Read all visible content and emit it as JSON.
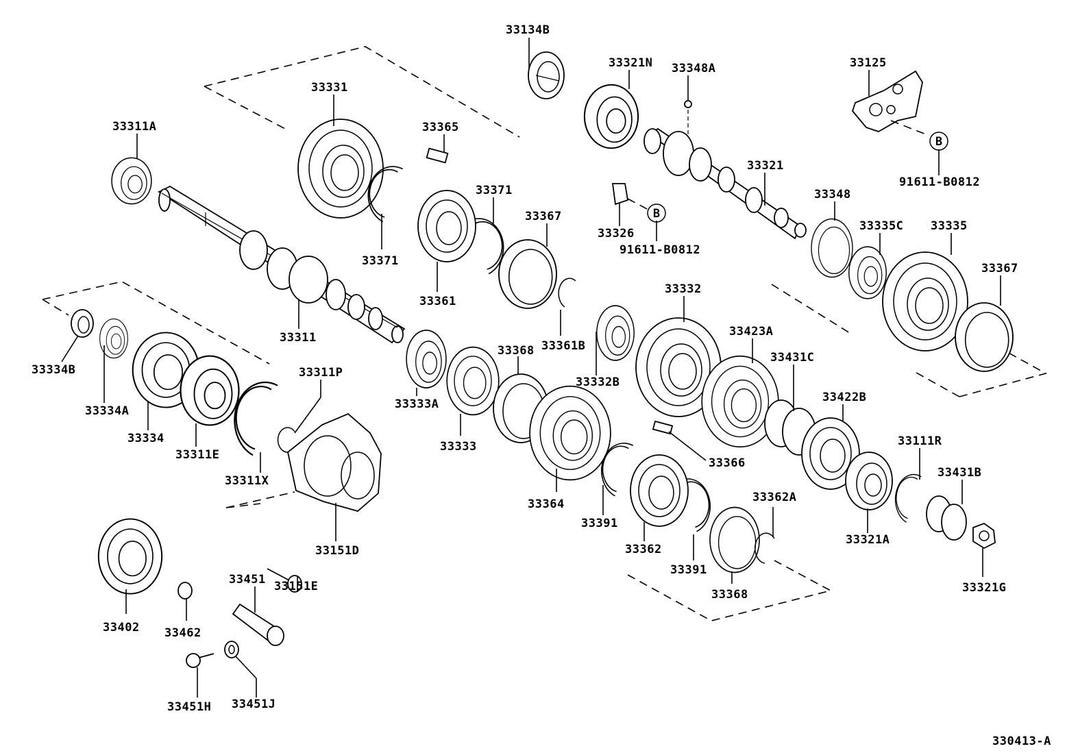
{
  "diagram_id": "330413-A",
  "reference_markers": [
    "B",
    "B"
  ],
  "parts": [
    {
      "id": "p-33134B",
      "label": "33134B"
    },
    {
      "id": "p-33331",
      "label": "33331"
    },
    {
      "id": "p-33311A",
      "label": "33311A"
    },
    {
      "id": "p-33365",
      "label": "33365"
    },
    {
      "id": "p-33371a",
      "label": "33371"
    },
    {
      "id": "p-33371b",
      "label": "33371"
    },
    {
      "id": "p-33367a",
      "label": "33367"
    },
    {
      "id": "p-33361",
      "label": "33361"
    },
    {
      "id": "p-33311",
      "label": "33311"
    },
    {
      "id": "p-33361B",
      "label": "33361B"
    },
    {
      "id": "p-33321N",
      "label": "33321N"
    },
    {
      "id": "p-33348A",
      "label": "33348A"
    },
    {
      "id": "p-33125",
      "label": "33125"
    },
    {
      "id": "p-91611-B0812a",
      "label": "91611-B0812"
    },
    {
      "id": "p-33321",
      "label": "33321"
    },
    {
      "id": "p-33326",
      "label": "33326"
    },
    {
      "id": "p-91611-B0812b",
      "label": "91611-B0812"
    },
    {
      "id": "p-33348",
      "label": "33348"
    },
    {
      "id": "p-33335C",
      "label": "33335C"
    },
    {
      "id": "p-33335",
      "label": "33335"
    },
    {
      "id": "p-33367b",
      "label": "33367"
    },
    {
      "id": "p-33332",
      "label": "33332"
    },
    {
      "id": "p-33423A",
      "label": "33423A"
    },
    {
      "id": "p-33431C",
      "label": "33431C"
    },
    {
      "id": "p-33332B",
      "label": "33332B"
    },
    {
      "id": "p-33422B",
      "label": "33422B"
    },
    {
      "id": "p-33111R",
      "label": "33111R"
    },
    {
      "id": "p-33431B",
      "label": "33431B"
    },
    {
      "id": "p-33321A",
      "label": "33321A"
    },
    {
      "id": "p-33321G",
      "label": "33321G"
    },
    {
      "id": "p-33334B",
      "label": "33334B"
    },
    {
      "id": "p-33334A",
      "label": "33334A"
    },
    {
      "id": "p-33334",
      "label": "33334"
    },
    {
      "id": "p-33311E",
      "label": "33311E"
    },
    {
      "id": "p-33311P",
      "label": "33311P"
    },
    {
      "id": "p-33311X",
      "label": "33311X"
    },
    {
      "id": "p-33333A",
      "label": "33333A"
    },
    {
      "id": "p-33333",
      "label": "33333"
    },
    {
      "id": "p-33368a",
      "label": "33368"
    },
    {
      "id": "p-33364",
      "label": "33364"
    },
    {
      "id": "p-33366",
      "label": "33366"
    },
    {
      "id": "p-33391a",
      "label": "33391"
    },
    {
      "id": "p-33362",
      "label": "33362"
    },
    {
      "id": "p-33391b",
      "label": "33391"
    },
    {
      "id": "p-33362A",
      "label": "33362A"
    },
    {
      "id": "p-33368b",
      "label": "33368"
    },
    {
      "id": "p-33151D",
      "label": "33151D"
    },
    {
      "id": "p-33151E",
      "label": "33151E"
    },
    {
      "id": "p-33451",
      "label": "33451"
    },
    {
      "id": "p-33402",
      "label": "33402"
    },
    {
      "id": "p-33462",
      "label": "33462"
    },
    {
      "id": "p-33451H",
      "label": "33451H"
    },
    {
      "id": "p-33451J",
      "label": "33451J"
    }
  ]
}
